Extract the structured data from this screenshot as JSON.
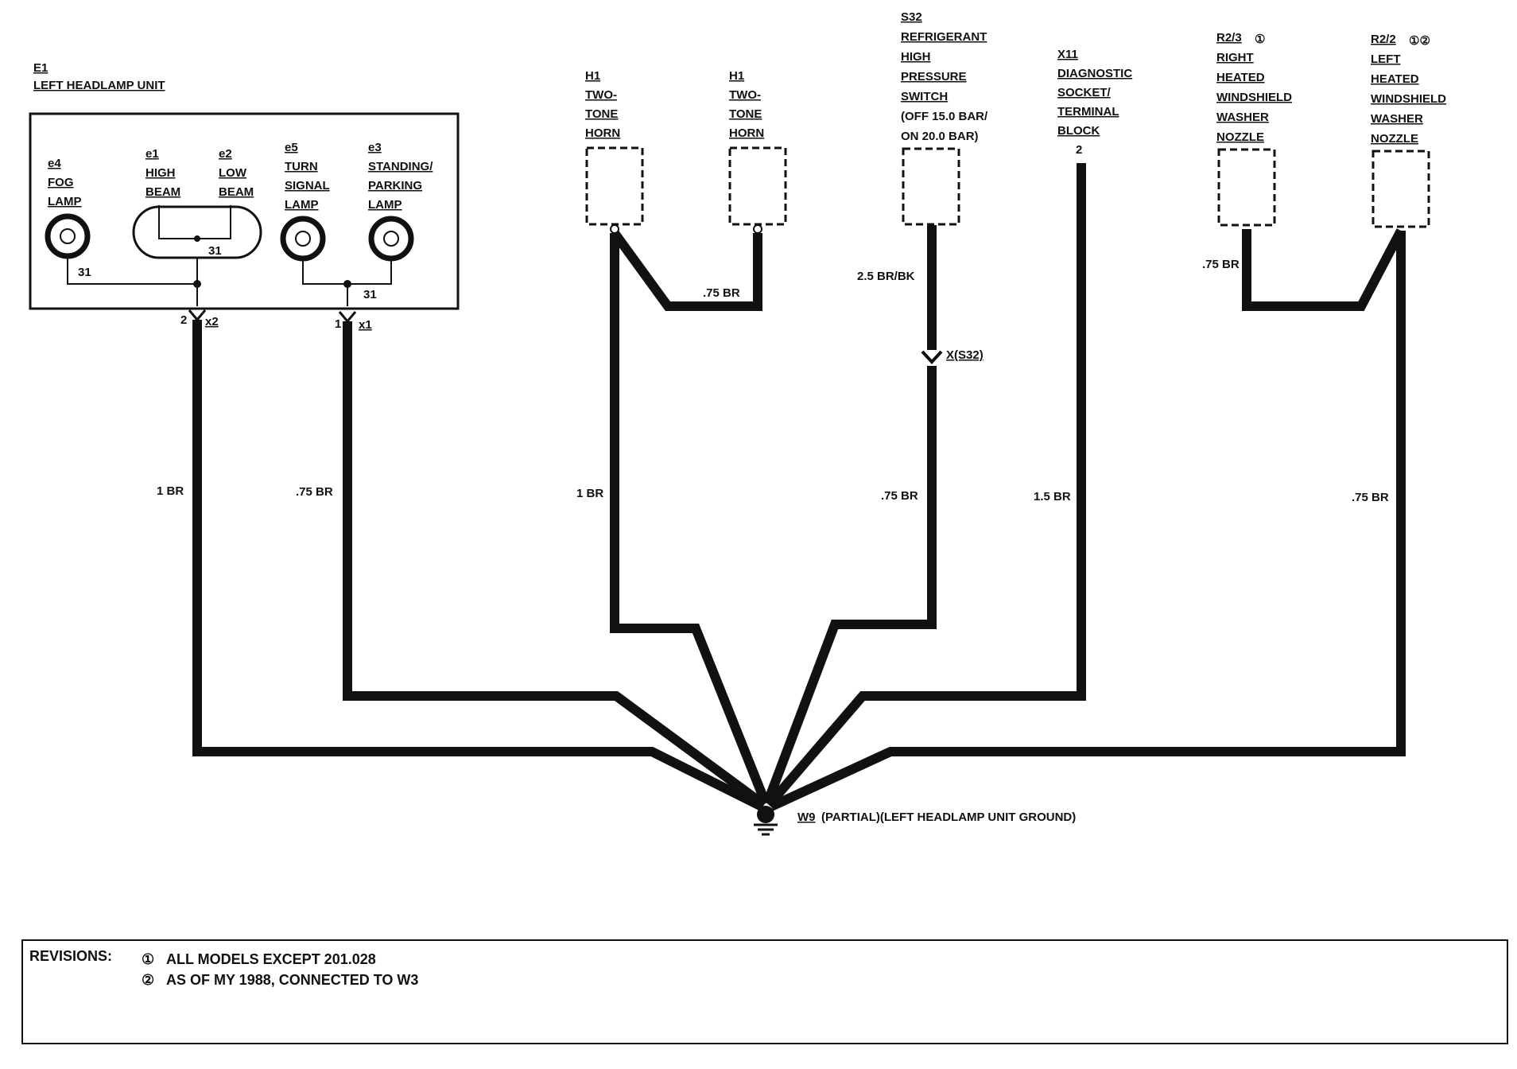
{
  "components": {
    "e1": {
      "id": "E1",
      "name": "LEFT HEADLAMP UNIT"
    },
    "fog_lamp": {
      "id": "e4",
      "lines": [
        "FOG",
        "LAMP"
      ],
      "pin": "31"
    },
    "high_beam": {
      "id": "e1",
      "lines": [
        "HIGH",
        "BEAM"
      ]
    },
    "low_beam": {
      "id": "e2",
      "lines": [
        "LOW",
        "BEAM"
      ],
      "pin": "31"
    },
    "turn_signal": {
      "id": "e5",
      "lines": [
        "TURN",
        "SIGNAL",
        "LAMP"
      ]
    },
    "parking_lamp": {
      "id": "e3",
      "lines": [
        "STANDING/",
        "PARKING",
        "LAMP"
      ]
    },
    "joint_31": "31",
    "x2": {
      "pin": "2",
      "name": "x2"
    },
    "x1": {
      "pin": "1",
      "name": "x1"
    },
    "horn_1": {
      "id": "H1",
      "lines": [
        "TWO-",
        "TONE",
        "HORN"
      ]
    },
    "horn_2": {
      "id": "H1",
      "lines": [
        "TWO-",
        "TONE",
        "HORN"
      ]
    },
    "s32": {
      "id": "S32",
      "lines": [
        "REFRIGERANT",
        "HIGH",
        "PRESSURE",
        "SWITCH",
        "(OFF 15.0 BAR/",
        "ON 20.0 BAR)"
      ]
    },
    "x_s32": "X(S32)",
    "x11": {
      "id": "X11",
      "lines": [
        "DIAGNOSTIC",
        "SOCKET/",
        "TERMINAL",
        "BLOCK"
      ],
      "pin": "2"
    },
    "r2_3": {
      "id": "R2/3",
      "marks": "①",
      "lines": [
        "RIGHT",
        "HEATED",
        "WINDSHIELD",
        "WASHER",
        "NOZZLE"
      ]
    },
    "r2_2": {
      "id": "R2/2",
      "marks": "①②",
      "lines": [
        "LEFT",
        "HEATED",
        "WINDSHIELD",
        "WASHER",
        "NOZZLE"
      ]
    },
    "ground": {
      "id": "W9",
      "label": "(PARTIAL)(LEFT HEADLAMP UNIT GROUND)"
    }
  },
  "wires": {
    "w_x2": "1 BR",
    "w_x1": ".75 BR",
    "w_horn": "1 BR",
    "w_horn_link": ".75 BR",
    "w_s32_upper": "2.5 BR/BK",
    "w_s32_lower": ".75 BR",
    "w_x11": "1.5 BR",
    "w_r2_3": ".75 BR",
    "w_r2_2": ".75 BR"
  },
  "revisions": {
    "title": "REVISIONS:",
    "items": [
      {
        "mark": "①",
        "text": "ALL MODELS EXCEPT 201.028"
      },
      {
        "mark": "②",
        "text": "AS OF MY 1988, CONNECTED TO W3"
      }
    ]
  }
}
